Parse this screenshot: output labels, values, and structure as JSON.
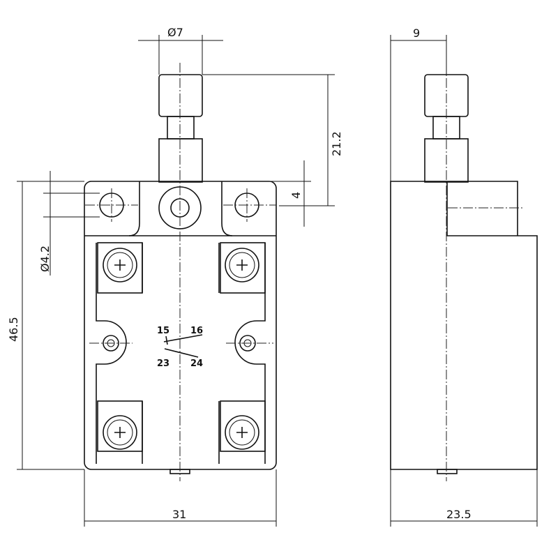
{
  "dimensions": {
    "plunger_diameter": "Ø7",
    "plunger_height": "21.2",
    "travel": "4",
    "hole_diameter": "Ø4.2",
    "body_height": "46.5",
    "body_width": "31",
    "side_depth": "23.5",
    "side_plunger_offset": "9"
  },
  "terminals": {
    "t15": "15",
    "t16": "16",
    "t23": "23",
    "t24": "24"
  }
}
